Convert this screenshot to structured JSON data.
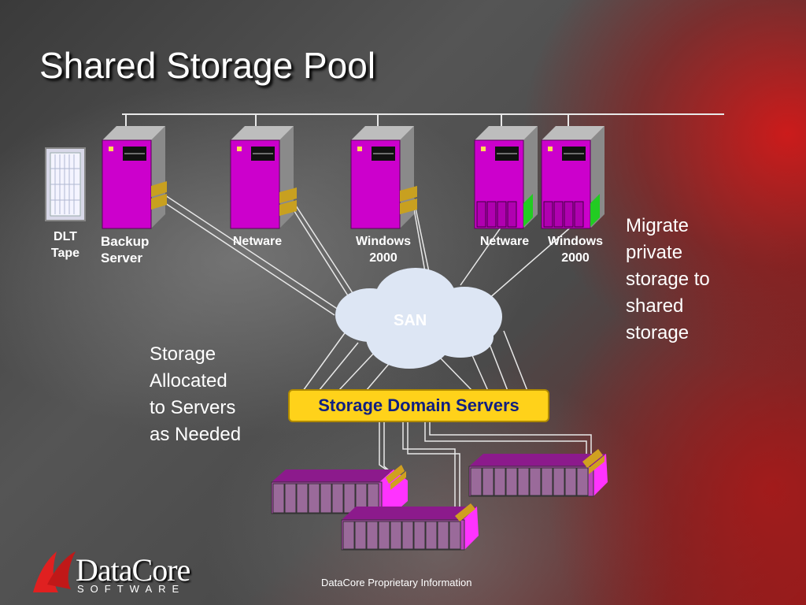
{
  "title": "Shared Storage Pool",
  "labels": {
    "dlt_tape": [
      "DLT",
      "Tape"
    ],
    "backup_server": [
      "Backup",
      "Server"
    ],
    "netware_1": "Netware",
    "windows_1": [
      "Windows",
      "2000"
    ],
    "netware_2": "Netware",
    "windows_2": [
      "Windows",
      "2000"
    ],
    "san": "SAN",
    "sds": "Storage Domain Servers"
  },
  "notes": {
    "migrate": [
      "Migrate",
      "private",
      "storage to",
      "shared",
      "storage"
    ],
    "allocated": [
      "Storage",
      "Allocated",
      "to Servers",
      "as Needed"
    ]
  },
  "footer": "DataCore Proprietary Information",
  "logo": {
    "name": "DataCore",
    "sub": "SOFTWARE"
  },
  "colors": {
    "server": "#cc00cc",
    "san_cloud": "#dde6f4",
    "sds_box": "#ffd21a",
    "sds_text": "#102080",
    "logo_red": "#e02020"
  }
}
